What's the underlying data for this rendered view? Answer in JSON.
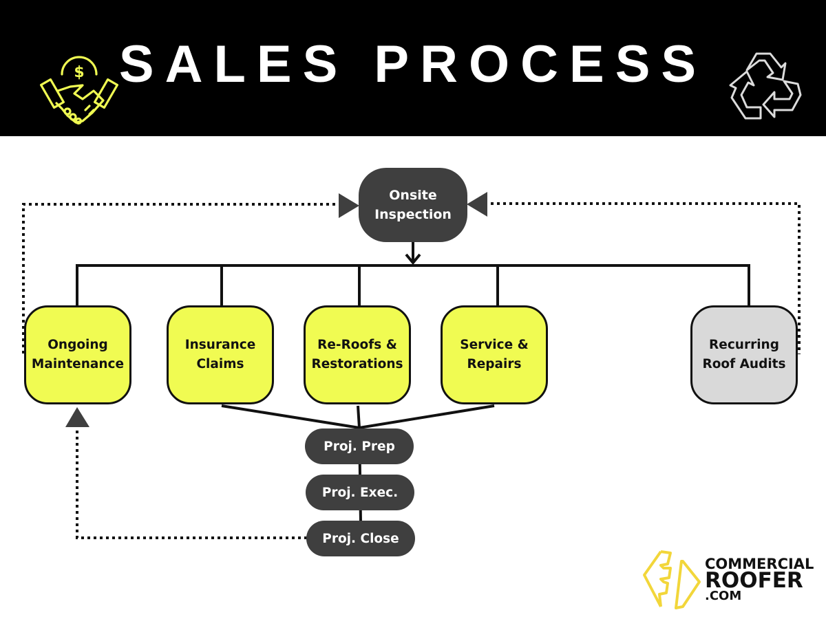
{
  "header": {
    "title": "SALES PROCESS",
    "left_icon": "handshake-dollar-icon",
    "right_icon": "recycle-icon"
  },
  "colors": {
    "header_bg": "#000000",
    "accent_yellow": "#f0fb52",
    "dark_node": "#3f3f3f",
    "gray_node": "#d9d9d9",
    "logo_yellow": "#f2d63a"
  },
  "diagram": {
    "top_node": {
      "line1": "Onsite",
      "line2": "Inspection"
    },
    "categories": [
      {
        "line1": "Ongoing",
        "line2": "Maintenance",
        "style": "yellow"
      },
      {
        "line1": "Insurance",
        "line2": "Claims",
        "style": "yellow"
      },
      {
        "line1": "Re-Roofs &",
        "line2": "Restorations",
        "style": "yellow"
      },
      {
        "line1": "Service &",
        "line2": "Repairs",
        "style": "yellow"
      },
      {
        "line1": "Recurring",
        "line2": "Roof Audits",
        "style": "gray"
      }
    ],
    "project_steps": [
      {
        "label": "Proj. Prep"
      },
      {
        "label": "Proj. Exec."
      },
      {
        "label": "Proj. Close"
      }
    ],
    "connections": [
      {
        "from": "Onsite Inspection",
        "to": "all categories",
        "style": "solid"
      },
      {
        "from": "Insurance Claims",
        "to": "Proj. Prep",
        "style": "solid"
      },
      {
        "from": "Re-Roofs & Restorations",
        "to": "Proj. Prep",
        "style": "solid"
      },
      {
        "from": "Service & Repairs",
        "to": "Proj. Prep",
        "style": "solid"
      },
      {
        "from": "Proj. Prep",
        "to": "Proj. Exec.",
        "style": "solid"
      },
      {
        "from": "Proj. Exec.",
        "to": "Proj. Close",
        "style": "solid"
      },
      {
        "from": "Proj. Close",
        "to": "Ongoing Maintenance",
        "style": "dotted"
      },
      {
        "from": "Ongoing Maintenance",
        "to": "Onsite Inspection",
        "style": "dotted"
      },
      {
        "from": "Recurring Roof Audits",
        "to": "Onsite Inspection",
        "style": "dotted"
      }
    ]
  },
  "logo": {
    "line1": "COMMERCIAL",
    "line2": "ROOFER",
    "line3": ".COM",
    "icon": "roof-logo-icon"
  }
}
